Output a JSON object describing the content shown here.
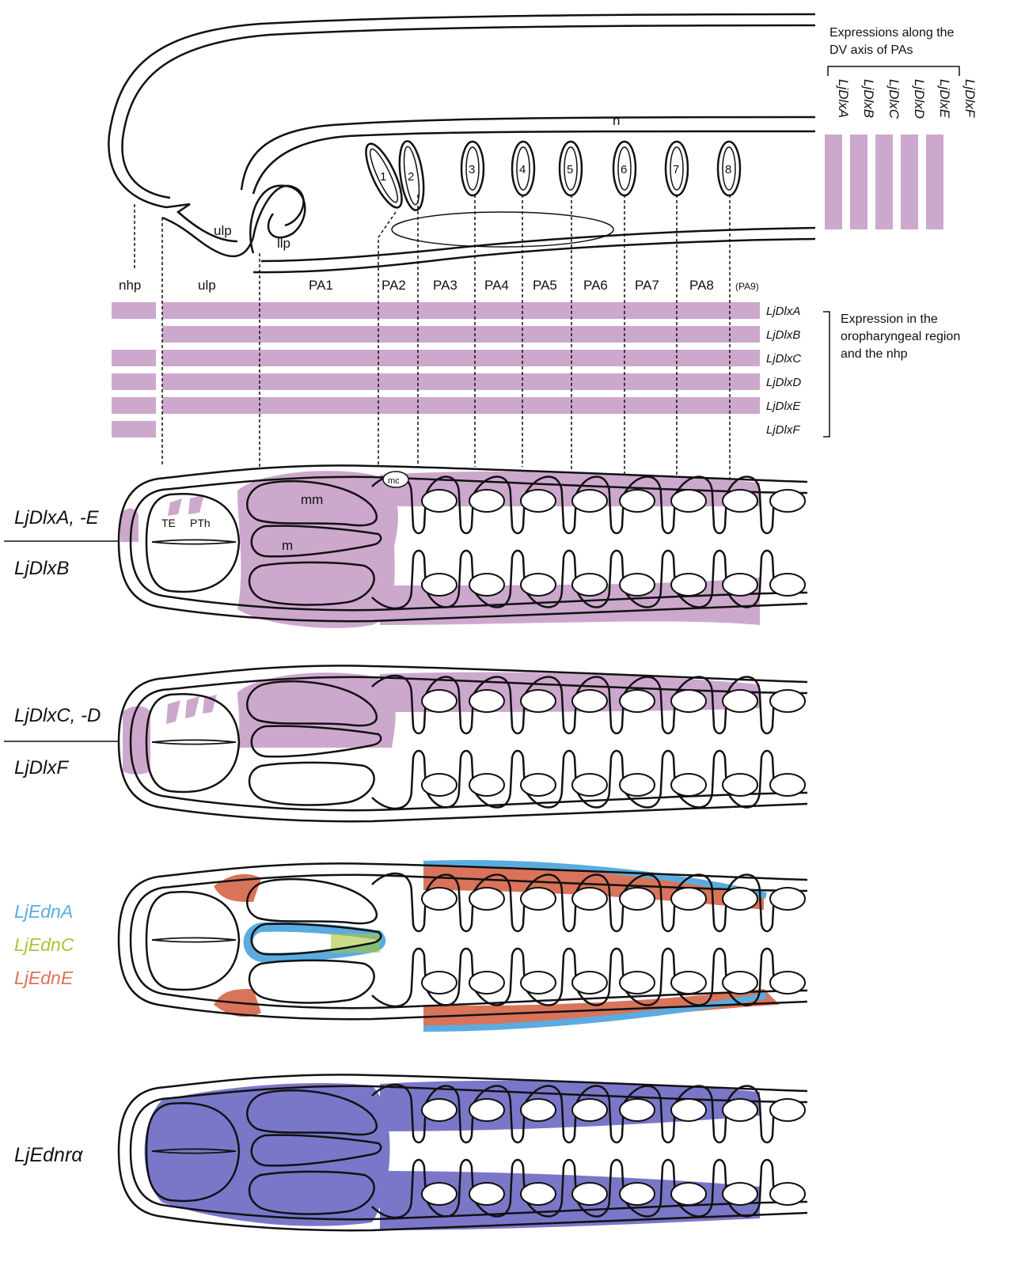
{
  "colors": {
    "dlx": "#cda8cd",
    "ednA": "#5aace0",
    "ednC": "#a8c43a",
    "ednE": "#d9735a",
    "ednr": "#7a77c9"
  },
  "top_labels": {
    "ulp": "ulp",
    "llp": "llp",
    "n": "n",
    "arches": [
      "1",
      "2",
      "3",
      "4",
      "5",
      "6",
      "7",
      "8"
    ]
  },
  "dv": {
    "title_line1": "Expressions along the",
    "title_line2": "DV axis of PAs",
    "genes": [
      "LjDlxA",
      "LjDlxB",
      "LjDlxC",
      "LjDlxD",
      "LjDlxE",
      "LjDlxF"
    ],
    "expressed": [
      true,
      true,
      true,
      true,
      true,
      false
    ]
  },
  "regions": {
    "nhp": "nhp",
    "ulp": "ulp",
    "pa": [
      "PA1",
      "PA2",
      "PA3",
      "PA4",
      "PA5",
      "PA6",
      "PA7",
      "PA8"
    ],
    "pa9": "(PA9)"
  },
  "oro": {
    "title_line1": "Expression in the",
    "title_line2": "oropharyngeal region",
    "title_line3": "and the nhp",
    "genes": [
      "LjDlxA",
      "LjDlxB",
      "LjDlxC",
      "LjDlxD",
      "LjDlxE",
      "LjDlxF"
    ],
    "nhp_expressed": [
      true,
      false,
      true,
      true,
      true,
      true
    ],
    "oro_expressed": [
      true,
      true,
      true,
      true,
      true,
      false
    ]
  },
  "panels": {
    "p1": {
      "label_top": "LjDlxA, -E",
      "label_bottom": "LjDlxB",
      "mm": "mm",
      "m": "m",
      "mc": "mc",
      "te": "TE",
      "pth": "PTh"
    },
    "p2": {
      "label_top": "LjDlxC, -D",
      "label_bottom": "LjDlxF"
    },
    "p3": {
      "edn_a": "LjEdnA",
      "edn_c": "LjEdnC",
      "edn_e": "LjEdnE"
    },
    "p4": {
      "label": "LjEdnrα"
    }
  }
}
